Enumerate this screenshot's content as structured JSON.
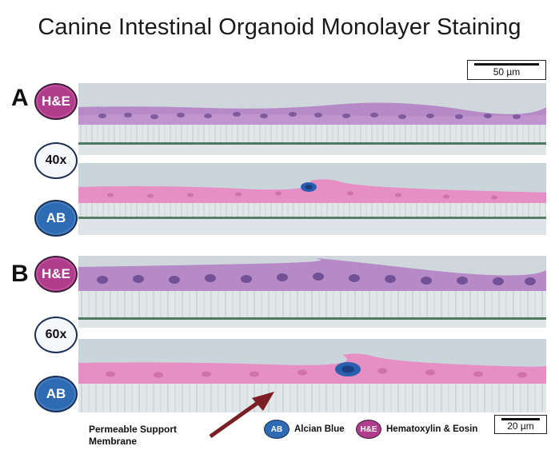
{
  "title": "Canine Intestinal Organoid Monolayer Staining",
  "scalebars": {
    "top": "50 µm",
    "bottom": "20 µm"
  },
  "panels": [
    {
      "letter": "A",
      "magnification": "40x",
      "stain_top": "H&E",
      "stain_bottom": "AB"
    },
    {
      "letter": "B",
      "magnification": "60x",
      "stain_top": "H&E",
      "stain_bottom": "AB"
    }
  ],
  "legend": {
    "ab_badge": "AB",
    "ab_label": "Alcian Blue",
    "he_badge": "H&E",
    "he_label": "Hematoxylin & Eosin"
  },
  "annotation": {
    "line1": "Permeable Support",
    "line2": "Membrane"
  },
  "colors": {
    "he_badge": "#b03c8c",
    "ab_badge": "#2f6bb3",
    "he_tissue": "#b68ac4",
    "ab_tissue": "#e58fc4",
    "mucin_blue": "#2a5fb0",
    "membrane": "#dde3e6",
    "arrow": "#7a1f24"
  }
}
